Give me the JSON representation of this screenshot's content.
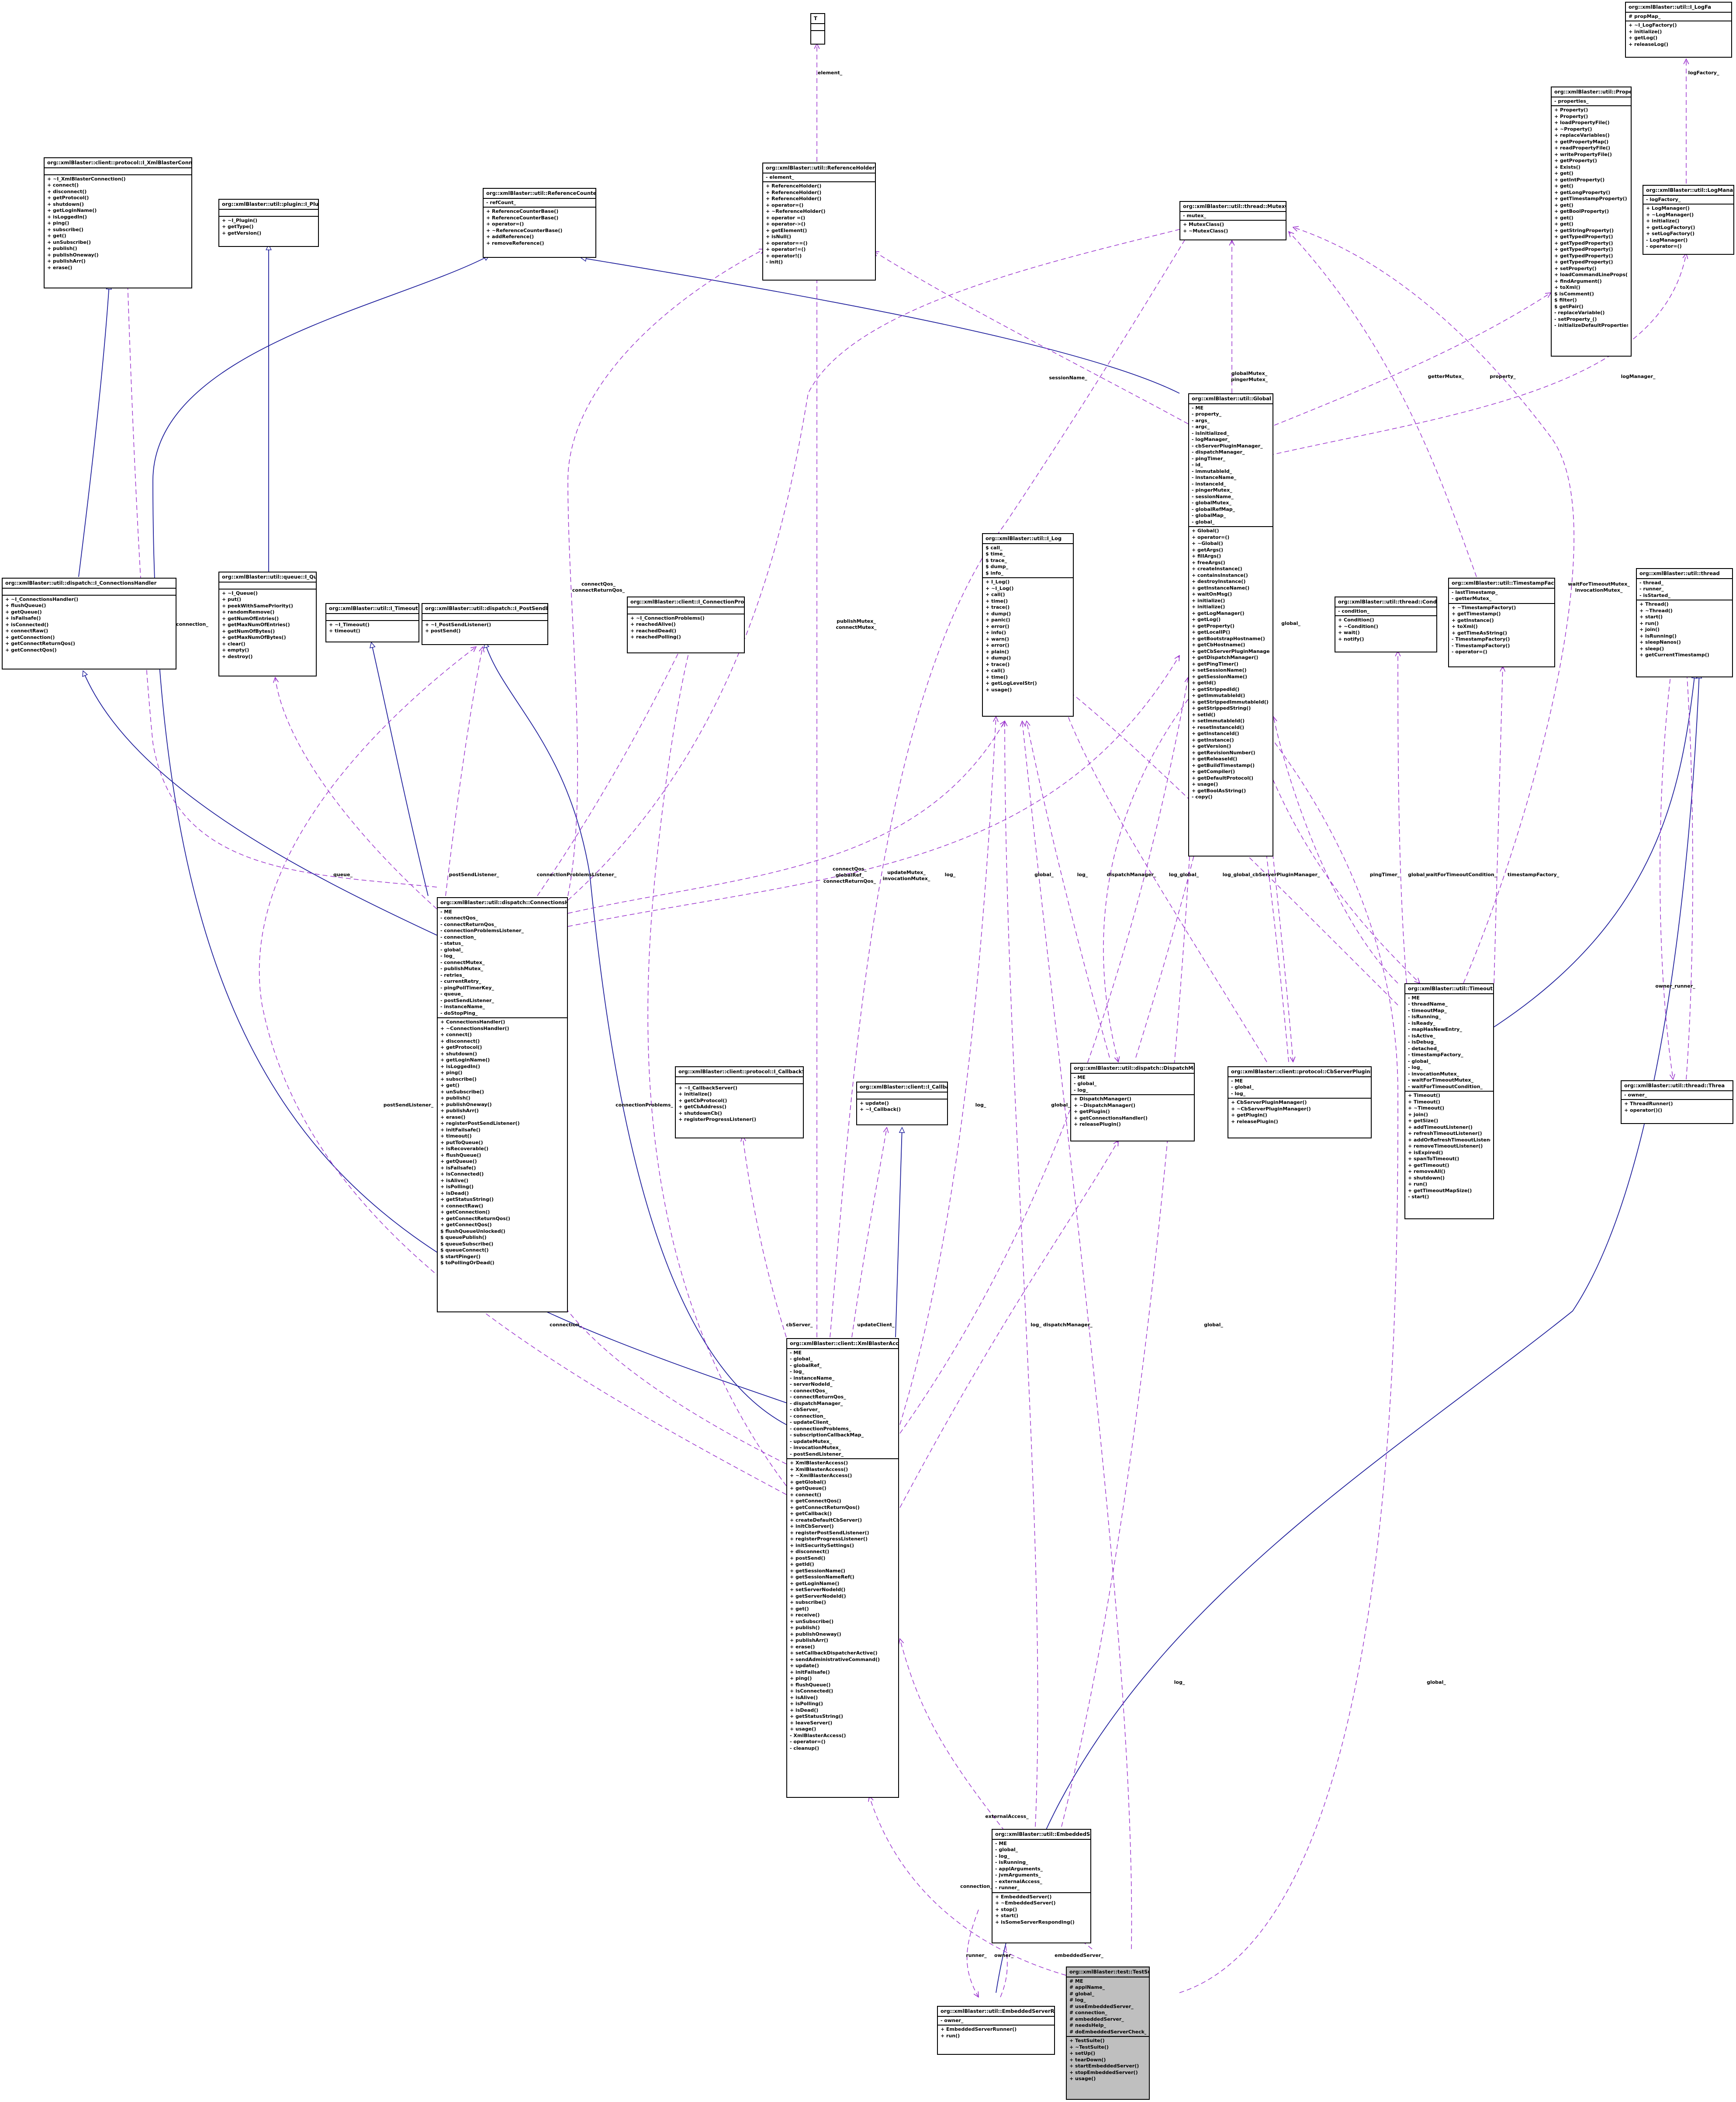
{
  "classes": {
    "i_logfactory": {
      "name": "org::xmlBlaster::util::I_LogFa",
      "attributes": [
        "# propMap_"
      ],
      "operations": [
        "+ ~I_LogFactory()",
        "+ initialize()",
        "+ getLog()",
        "+ releaseLog()"
      ]
    },
    "t_box": {
      "name": "T",
      "attributes": [],
      "operations": []
    },
    "property": {
      "name": "org::xmlBlaster::util::Property",
      "attributes": [
        "- properties_"
      ],
      "operations": [
        "+ Property()",
        "+ Property()",
        "+ loadPropertyFile()",
        "+ ~Property()",
        "+ replaceVariables()",
        "+ getPropertyMap()",
        "+ readPropertyFile()",
        "+ writePropertyFile()",
        "+ getProperty()",
        "+ Exists()",
        "+ get()",
        "+ getIntProperty()",
        "+ get()",
        "+ getLongProperty()",
        "+ getTimestampProperty()",
        "+ get()",
        "+ getBoolProperty()",
        "+ get()",
        "+ get()",
        "+ getStringProperty()",
        "+ getTypedProperty()",
        "+ getTypedProperty()",
        "+ getTypedProperty()",
        "+ getTypedProperty()",
        "+ getTypedProperty()",
        "+ setProperty()",
        "+ loadCommandLineProps()",
        "+ findArgument()",
        "+ toXml()",
        "$ isComment()",
        "$ filter()",
        "$ getPair()",
        "- replaceVariable()",
        "- setProperty_()",
        "- initializeDefaultProperties()"
      ]
    },
    "logmanager": {
      "name": "org::xmlBlaster::util::LogMana",
      "attributes": [
        "- logFactory_"
      ],
      "operations": [
        "+ LogManager()",
        "+ ~LogManager()",
        "+ initialize()",
        "+ getLogFactory()",
        "+ setLogFactory()",
        "- LogManager()",
        "- operator=()"
      ]
    },
    "i_xmlblasterconnection": {
      "name": "org::xmlBlaster::client::protocol::I_XmlBlasterConnection",
      "attributes": [],
      "operations": [
        "+ ~I_XmlBlasterConnection()",
        "+ connect()",
        "+ disconnect()",
        "+ getProtocol()",
        "+ shutdown()",
        "+ getLoginName()",
        "+ isLoggedIn()",
        "+ ping()",
        "+ subscribe()",
        "+ get()",
        "+ unSubscribe()",
        "+ publish()",
        "+ publishOneway()",
        "+ publishArr()",
        "+ erase()"
      ]
    },
    "i_plugin": {
      "name": "org::xmlBlaster::util::plugin::I_Plugin",
      "attributes": [],
      "operations": [
        "+ ~I_Plugin()",
        "+ getType()",
        "+ getVersion()"
      ]
    },
    "referencecounterbase": {
      "name": "org::xmlBlaster::util::ReferenceCounterBase",
      "attributes": [
        "- refCount_"
      ],
      "operations": [
        "+ ReferenceCounterBase()",
        "+ ReferenceCounterBase()",
        "+ operator=()",
        "+ ~ReferenceCounterBase()",
        "+ addReference()",
        "+ removeReference()"
      ]
    },
    "referenceholder": {
      "name": "org::xmlBlaster::util::ReferenceHolder< T >",
      "attributes": [
        "- element_"
      ],
      "operations": [
        "+ ReferenceHolder()",
        "+ ReferenceHolder()",
        "+ ReferenceHolder()",
        "+ operator=()",
        "+ ~ReferenceHolder()",
        "+ operator =()",
        "+ operator->()",
        "+ getElement()",
        "+ isNull()",
        "+ operator==()",
        "+ operator!=()",
        "+ operator!()",
        "- init()"
      ]
    },
    "mutexclass": {
      "name": "org::xmlBlaster::util::thread::MutexClass",
      "attributes": [
        "- mutex_"
      ],
      "operations": [
        "+ MutexClass()",
        "+ ~MutexClass()"
      ]
    },
    "global": {
      "name": "org::xmlBlaster::util::Global",
      "attributes": [
        "- ME",
        "- property_",
        "- args_",
        "- argc_",
        "- isInitialized_",
        "- logManager_",
        "- cbServerPluginManager_",
        "- dispatchManager_",
        "- pingTimer_",
        "- id_",
        "- immutableId_",
        "- instanceName_",
        "- instanceId_",
        "- pingerMutex_",
        "- sessionName_",
        "- globalMutex_",
        "- globalRefMap_",
        "- globalMap_",
        "- global_"
      ],
      "operations": [
        "+ Global()",
        "+ operator=()",
        "+ ~Global()",
        "+ getArgs()",
        "+ fillArgs()",
        "+ freeArgs()",
        "+ createInstance()",
        "+ containsInstance()",
        "+ destroyInstance()",
        "+ getInstanceName()",
        "+ waitOnMsg()",
        "+ initialize()",
        "+ initialize()",
        "+ getLogManager()",
        "+ getLog()",
        "+ getProperty()",
        "+ getLocalIP()",
        "+ getBootstrapHostname()",
        "+ getCbHostname()",
        "+ getCbServerPluginManager()",
        "+ getDispatchManager()",
        "+ getPingTimer()",
        "+ setSessionName()",
        "+ getSessionName()",
        "+ getId()",
        "+ getStrippedId()",
        "+ getImmutableId()",
        "+ getStrippedImmutableId()",
        "+ getStrippedString()",
        "+ setId()",
        "+ setImmutableId()",
        "+ resetInstanceId()",
        "+ getInstanceId()",
        "+ getInstance()",
        "+ getVersion()",
        "+ getRevisionNumber()",
        "+ getReleaseId()",
        "+ getBuildTimestamp()",
        "+ getCompiler()",
        "+ getDefaultProtocol()",
        "+ usage()",
        "+ getBoolAsString()",
        "- copy()"
      ]
    },
    "i_log": {
      "name": "org::xmlBlaster::util::I_Log",
      "attributes": [
        "$ call_",
        "$ time_",
        "$ trace_",
        "$ dump_",
        "$ info_"
      ],
      "operations": [
        "+ I_Log()",
        "+ ~I_Log()",
        "+ call()",
        "+ time()",
        "+ trace()",
        "+ dump()",
        "+ panic()",
        "+ error()",
        "+ info()",
        "+ warn()",
        "+ error()",
        "+ plain()",
        "+ dump()",
        "+ trace()",
        "+ call()",
        "+ time()",
        "+ getLogLevelStr()",
        "+ usage()"
      ]
    },
    "i_connectionshandler": {
      "name": "org::xmlBlaster::util::dispatch::I_ConnectionsHandler",
      "attributes": [],
      "operations": [
        "+ ~I_ConnectionsHandler()",
        "+ flushQueue()",
        "+ getQueue()",
        "+ isFailsafe()",
        "+ isConnected()",
        "+ connectRaw()",
        "+ getConnection()",
        "+ getConnectReturnQos()",
        "+ getConnectQos()"
      ]
    },
    "i_queue": {
      "name": "org::xmlBlaster::util::queue::I_Queue",
      "attributes": [],
      "operations": [
        "+ ~I_Queue()",
        "+ put()",
        "+ peekWithSamePriority()",
        "+ randomRemove()",
        "+ getNumOfEntries()",
        "+ getMaxNumOfEntries()",
        "+ getNumOfBytes()",
        "+ getMaxNumOfBytes()",
        "+ clear()",
        "+ empty()",
        "+ destroy()"
      ]
    },
    "i_timeout": {
      "name": "org::xmlBlaster::util::I_Timeout",
      "attributes": [],
      "operations": [
        "+ ~I_Timeout()",
        "+ timeout()"
      ]
    },
    "i_postsendlistener": {
      "name": "org::xmlBlaster::util::dispatch::I_PostSendListener",
      "attributes": [],
      "operations": [
        "+ ~I_PostSendListener()",
        "+ postSend()"
      ]
    },
    "i_connectionproblems": {
      "name": "org::xmlBlaster::client::I_ConnectionProblems",
      "attributes": [],
      "operations": [
        "+ ~I_ConnectionProblems()",
        "+ reachedAlive()",
        "+ reachedDead()",
        "+ reachedPolling()"
      ]
    },
    "condition": {
      "name": "org::xmlBlaster::util::thread::Condition",
      "attributes": [
        "- condition_"
      ],
      "operations": [
        "+ Condition()",
        "+ ~Condition()",
        "+ wait()",
        "+ notify()"
      ]
    },
    "timestampfactory": {
      "name": "org::xmlBlaster::util::TimestampFactory",
      "attributes": [
        "- lastTimestamp_",
        "- getterMutex_"
      ],
      "operations": [
        "+ ~TimestampFactory()",
        "+ getTimestamp()",
        "+ getInstance()",
        "+ toXml()",
        "+ getTimeAsString()",
        "- TimestampFactory()",
        "- TimestampFactory()",
        "- operator=()"
      ]
    },
    "thread": {
      "name": "org::xmlBlaster::util::thread",
      "attributes": [
        "- thread_",
        "- runner_",
        "- isStarted_"
      ],
      "operations": [
        "+ Thread()",
        "+ ~Thread()",
        "+ start()",
        "+ run()",
        "+ join()",
        "+ isRunning()",
        "+ sleepNanos()",
        "+ sleep()",
        "+ getCurrentTimestamp()"
      ]
    },
    "connectionshandler": {
      "name": "org::xmlBlaster::util::dispatch::ConnectionsHandler",
      "attributes": [
        "- ME",
        "- connectQos_",
        "- connectReturnQos_",
        "- connectionProblemsListener_",
        "- connection_",
        "- status_",
        "- global_",
        "- log_",
        "- connectMutex_",
        "- publishMutex_",
        "- retries_",
        "- currentRetry_",
        "- pingPollTimerKey_",
        "- queue_",
        "- postSendListener_",
        "- instanceName_",
        "- doStopPing_"
      ],
      "operations": [
        "+ ConnectionsHandler()",
        "+ ~ConnectionsHandler()",
        "+ connect()",
        "+ disconnect()",
        "+ getProtocol()",
        "+ shutdown()",
        "+ getLoginName()",
        "+ isLoggedIn()",
        "+ ping()",
        "+ subscribe()",
        "+ get()",
        "+ unSubscribe()",
        "+ publish()",
        "+ publishOneway()",
        "+ publishArr()",
        "+ erase()",
        "+ registerPostSendListener()",
        "+ initFailsafe()",
        "+ timeout()",
        "+ putToQueue()",
        "+ isRecoverable()",
        "+ flushQueue()",
        "+ getQueue()",
        "+ isFailsafe()",
        "+ isConnected()",
        "+ isAlive()",
        "+ isPolling()",
        "+ isDead()",
        "+ getStatusString()",
        "+ connectRaw()",
        "+ getConnection()",
        "+ getConnectReturnQos()",
        "+ getConnectQos()",
        "$ flushQueueUnlocked()",
        "$ queuePublish()",
        "$ queueSubscribe()",
        "$ queueConnect()",
        "$ startPinger()",
        "$ toPollingOrDead()"
      ]
    },
    "i_callbackserver": {
      "name": "org::xmlBlaster::client::protocol::I_CallbackServer",
      "attributes": [],
      "operations": [
        "+ ~I_CallbackServer()",
        "+ initialize()",
        "+ getCbProtocol()",
        "+ getCbAddress()",
        "+ shutdownCb()",
        "+ registerProgressListener()"
      ]
    },
    "i_callback": {
      "name": "org::xmlBlaster::client::I_Callback",
      "attributes": [],
      "operations": [
        "+ update()",
        "+ ~I_Callback()"
      ]
    },
    "dispatchmanager": {
      "name": "org::xmlBlaster::util::dispatch::DispatchManager",
      "attributes": [
        "- ME",
        "- global_",
        "- log_"
      ],
      "operations": [
        "+ DispatchManager()",
        "+ ~DispatchManager()",
        "+ getPlugin()",
        "+ getConnectionsHandler()",
        "+ releasePlugin()"
      ]
    },
    "cbserverpluginmanager": {
      "name": "org::xmlBlaster::client::protocol::CbServerPluginManager",
      "attributes": [
        "- ME",
        "- global_",
        "- log_"
      ],
      "operations": [
        "+ CbServerPluginManager()",
        "+ ~CbServerPluginManager()",
        "+ getPlugin()",
        "+ releasePlugin()"
      ]
    },
    "timeout": {
      "name": "org::xmlBlaster::util::Timeout",
      "attributes": [
        "- ME",
        "- threadName_",
        "- timeoutMap_",
        "- isRunning_",
        "- isReady_",
        "- mapHasNewEntry_",
        "- isActive_",
        "- isDebug_",
        "- detached_",
        "- timestampFactory_",
        "- global_",
        "- log_",
        "- invocationMutex_",
        "- waitForTimeoutMutex_",
        "- waitForTimeoutCondition_"
      ],
      "operations": [
        "+ Timeout()",
        "+ Timeout()",
        "+ ~Timeout()",
        "+ join()",
        "+ getSize()",
        "+ addTimeoutListener()",
        "+ refreshTimeoutListener()",
        "+ addOrRefreshTimeoutListener()",
        "+ removeTimeoutListener()",
        "+ isExpired()",
        "+ spanToTimeout()",
        "+ getTimeout()",
        "+ removeAll()",
        "+ shutdown()",
        "+ run()",
        "+ getTimeoutMapSize()",
        "- start()"
      ]
    },
    "threadrunner": {
      "name": "org::xmlBlaster::util::thread::Threa",
      "attributes": [
        "- owner_"
      ],
      "operations": [
        "+ ThreadRunner()",
        "+ operator()()"
      ]
    },
    "xmlblasteraccess": {
      "name": "org::xmlBlaster::client::XmlBlasterAccess",
      "attributes": [
        "- ME",
        "- global_",
        "- globalRef_",
        "- log_",
        "- instanceName_",
        "- serverNodeId_",
        "- connectQos_",
        "- connectReturnQos_",
        "- dispatchManager_",
        "- cbServer_",
        "- connection_",
        "- updateClient_",
        "- connectionProblems_",
        "- subscriptionCallbackMap_",
        "- updateMutex_",
        "- invocationMutex_",
        "- postSendListener_"
      ],
      "operations": [
        "+ XmlBlasterAccess()",
        "+ XmlBlasterAccess()",
        "+ ~XmlBlasterAccess()",
        "+ getGlobal()",
        "+ getQueue()",
        "+ connect()",
        "+ getConnectQos()",
        "+ getConnectReturnQos()",
        "+ getCallback()",
        "+ createDefaultCbServer()",
        "+ initCbServer()",
        "+ registerPostSendListener()",
        "+ registerProgressListener()",
        "+ initSecuritySettings()",
        "+ disconnect()",
        "+ postSend()",
        "+ getId()",
        "+ getSessionName()",
        "+ getSessionNameRef()",
        "+ getLoginName()",
        "+ setServerNodeId()",
        "+ getServerNodeId()",
        "+ subscribe()",
        "+ get()",
        "+ receive()",
        "+ unSubscribe()",
        "+ publish()",
        "+ publishOneway()",
        "+ publishArr()",
        "+ erase()",
        "+ setCallbackDispatcherActive()",
        "+ sendAdministrativeCommand()",
        "+ update()",
        "+ initFailsafe()",
        "+ ping()",
        "+ flushQueue()",
        "+ isConnected()",
        "+ isAlive()",
        "+ isPolling()",
        "+ isDead()",
        "+ getStatusString()",
        "+ leaveServer()",
        "+ usage()",
        "- XmlBlasterAccess()",
        "- operator=()",
        "- cleanup()"
      ]
    },
    "embeddedserver": {
      "name": "org::xmlBlaster::util::EmbeddedServer",
      "attributes": [
        "- ME",
        "- global_",
        "- log_",
        "- isRunning_",
        "- applArguments_",
        "- jvmArguments_",
        "- externalAccess_",
        "- runner_"
      ],
      "operations": [
        "+ EmbeddedServer()",
        "+ ~EmbeddedServer()",
        "+ stop()",
        "+ start()",
        "+ isSomeServerResponding()"
      ]
    },
    "testsuite": {
      "name": "org::xmlBlaster::test::TestSuite",
      "attributes": [
        "# ME",
        "# applName_",
        "# global_",
        "# log_",
        "# useEmbeddedServer_",
        "# connection_",
        "# embeddedServer_",
        "# needsHelp_",
        "# doEmbeddedServerCheck_"
      ],
      "operations": [
        "+ TestSuite()",
        "+ ~TestSuite()",
        "+ setUp()",
        "+ tearDown()",
        "+ startEmbeddedServer()",
        "+ stopEmbeddedServer()",
        "+ usage()"
      ]
    },
    "embeddedserverrunner": {
      "name": "org::xmlBlaster::util::EmbeddedServerRunner",
      "attributes": [
        "- owner_"
      ],
      "operations": [
        "+ EmbeddedServerRunner()",
        "+ run()"
      ]
    }
  },
  "edge_labels": {
    "element": "element_",
    "logfactory": "logFactory_",
    "property": "property_",
    "getter": "getterMutex_",
    "logmanager": "logManager_",
    "sessionname": "sessionName_",
    "globalmutex": "globalMutex_\npingerMutex_",
    "connection_ch": "connection_",
    "connectqos": "connectQos_\nconnectReturnQos_",
    "publishmutex": "publishMutex_\nconnectMutex_",
    "global_tf": "global_",
    "waitfor": "waitForTimeoutMutex_\ninvocationMutex_",
    "queue": "queue_",
    "postsend": "postSendListener_",
    "connprob": "connectionProblemsListener_",
    "connectqos2": "connectQos_\nglobalRef_\nconnectReturnQos_",
    "updatemutex": "updateMutex_\ninvocationMutex_",
    "log1": "log_",
    "global1": "global_",
    "log2": "log_",
    "dispatchmanager": "dispatchManager_",
    "logglobal": "log_global_",
    "loggglobalcb": "log_global_cbServerPluginManager_",
    "pingtimer": "pingTimer_",
    "global2": "global_",
    "waitforcond": "waitForTimeoutCondition_",
    "timestampfactory": "timestampFactory_",
    "ownerrunner": "owner_runner_",
    "postsend2": "postSendListener_",
    "connprob2": "connectionProblems_",
    "log3": "log_",
    "global3": "global_",
    "cbserver": "cbServer_",
    "updateclient": "updateClient_",
    "logdispatch": "log_ dispatchManager_",
    "global4": "global_",
    "connection2": "connection_",
    "log4": "log_",
    "global5": "global_",
    "externalaccess": "externalAccess_",
    "connection3": "connection_",
    "runner": "runner_",
    "owner": "owner_",
    "embeddedserver": "embeddedServer_"
  },
  "colors": {
    "inheritance": "#1f1f9c",
    "usage": "#9a32cd",
    "highlight": "#bfbfbf",
    "border": "#000000"
  }
}
